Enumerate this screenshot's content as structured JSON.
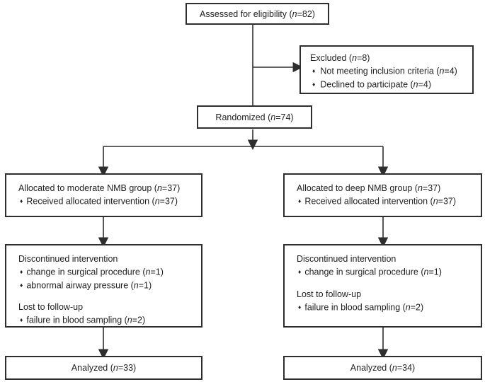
{
  "colors": {
    "ink": "#2e2e2e",
    "background": "#ffffff"
  },
  "glyphs": {
    "bullet": "♦"
  },
  "boxes": {
    "assessed": {
      "label": "Assessed for eligibility (n=82)"
    },
    "excluded": {
      "title": "Excluded (n=8)",
      "items": [
        "Not meeting inclusion criteria (n=4)",
        "Declined to participate (n=4)"
      ]
    },
    "randomized": {
      "label": "Randomized (n=74)"
    },
    "allocation_moderate": {
      "title": "Allocated to moderate NMB group (n=37)",
      "items": [
        "Received allocated intervention (n=37)"
      ]
    },
    "allocation_deep": {
      "title": "Allocated to deep NMB group (n=37)",
      "items": [
        "Received allocated intervention (n=37)"
      ]
    },
    "followup_moderate": {
      "discontinued_title": "Discontinued intervention",
      "discontinued_items": [
        "change in surgical procedure (n=1)",
        "abnormal airway pressure (n=1)"
      ],
      "lost_title": "Lost to follow-up",
      "lost_items": [
        "failure in blood sampling (n=2)"
      ]
    },
    "followup_deep": {
      "discontinued_title": "Discontinued intervention",
      "discontinued_items": [
        "change in surgical procedure (n=1)"
      ],
      "lost_title": "Lost to follow-up",
      "lost_items": [
        "failure in blood sampling (n=2)"
      ]
    },
    "analyzed_moderate": {
      "label": "Analyzed (n=33)"
    },
    "analyzed_deep": {
      "label": "Analyzed (n=34)"
    }
  }
}
